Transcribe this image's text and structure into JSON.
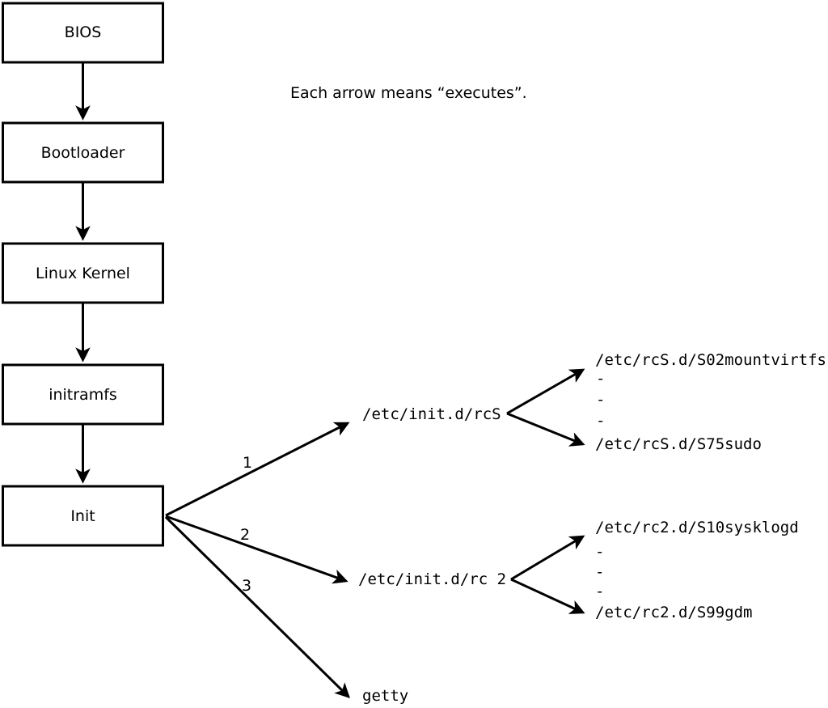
{
  "note": "Each arrow means “executes”.",
  "flow_boxes": [
    {
      "label": "BIOS"
    },
    {
      "label": "Bootloader"
    },
    {
      "label": "Linux Kernel"
    },
    {
      "label": "initramfs"
    },
    {
      "label": "Init"
    }
  ],
  "init_arrow_labels": [
    "1",
    "2",
    "3"
  ],
  "rcS_branch": {
    "label": "/etc/init.d/rcS",
    "children": [
      "/etc/rcS.d/S02mountvirtfs",
      "-",
      "-",
      "-",
      "/etc/rcS.d/S75sudo"
    ]
  },
  "rc2_branch": {
    "label": "/etc/init.d/rc 2",
    "children": [
      "/etc/rc2.d/S10sysklogd",
      "-",
      "-",
      "-",
      "/etc/rc2.d/S99gdm"
    ]
  },
  "getty_label": "getty",
  "colors": {
    "line": "#000000",
    "box_fill": "#ffffff",
    "background": "#ffffff"
  }
}
